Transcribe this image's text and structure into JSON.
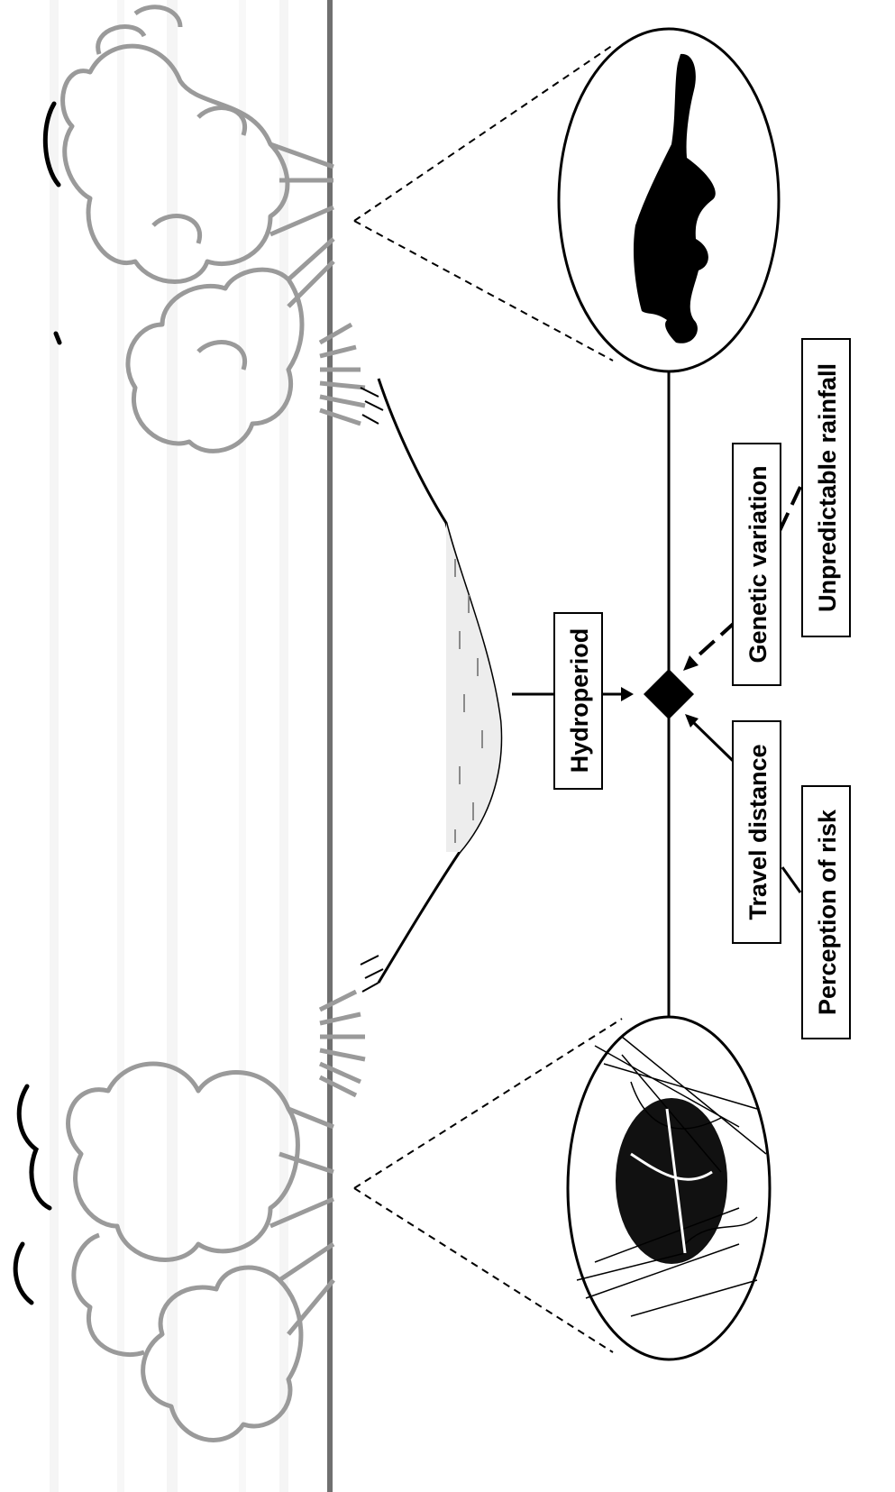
{
  "labels": {
    "hydroperiod": "Hydroperiod",
    "genetic_variation": "Genetic variation",
    "unpredictable_rainfall": "Unpredictable rainfall",
    "travel_distance": "Travel distance",
    "perception_of_risk": "Perception of risk"
  },
  "icons": {
    "top_inset": "terrestrial-animal-silhouette-icon",
    "bottom_inset": "sheltered-egg-in-leaf-litter-icon"
  },
  "colors": {
    "ink": "#000000",
    "foliage": "#9a9a9a",
    "soil_line": "#707070",
    "background": "#ffffff"
  }
}
